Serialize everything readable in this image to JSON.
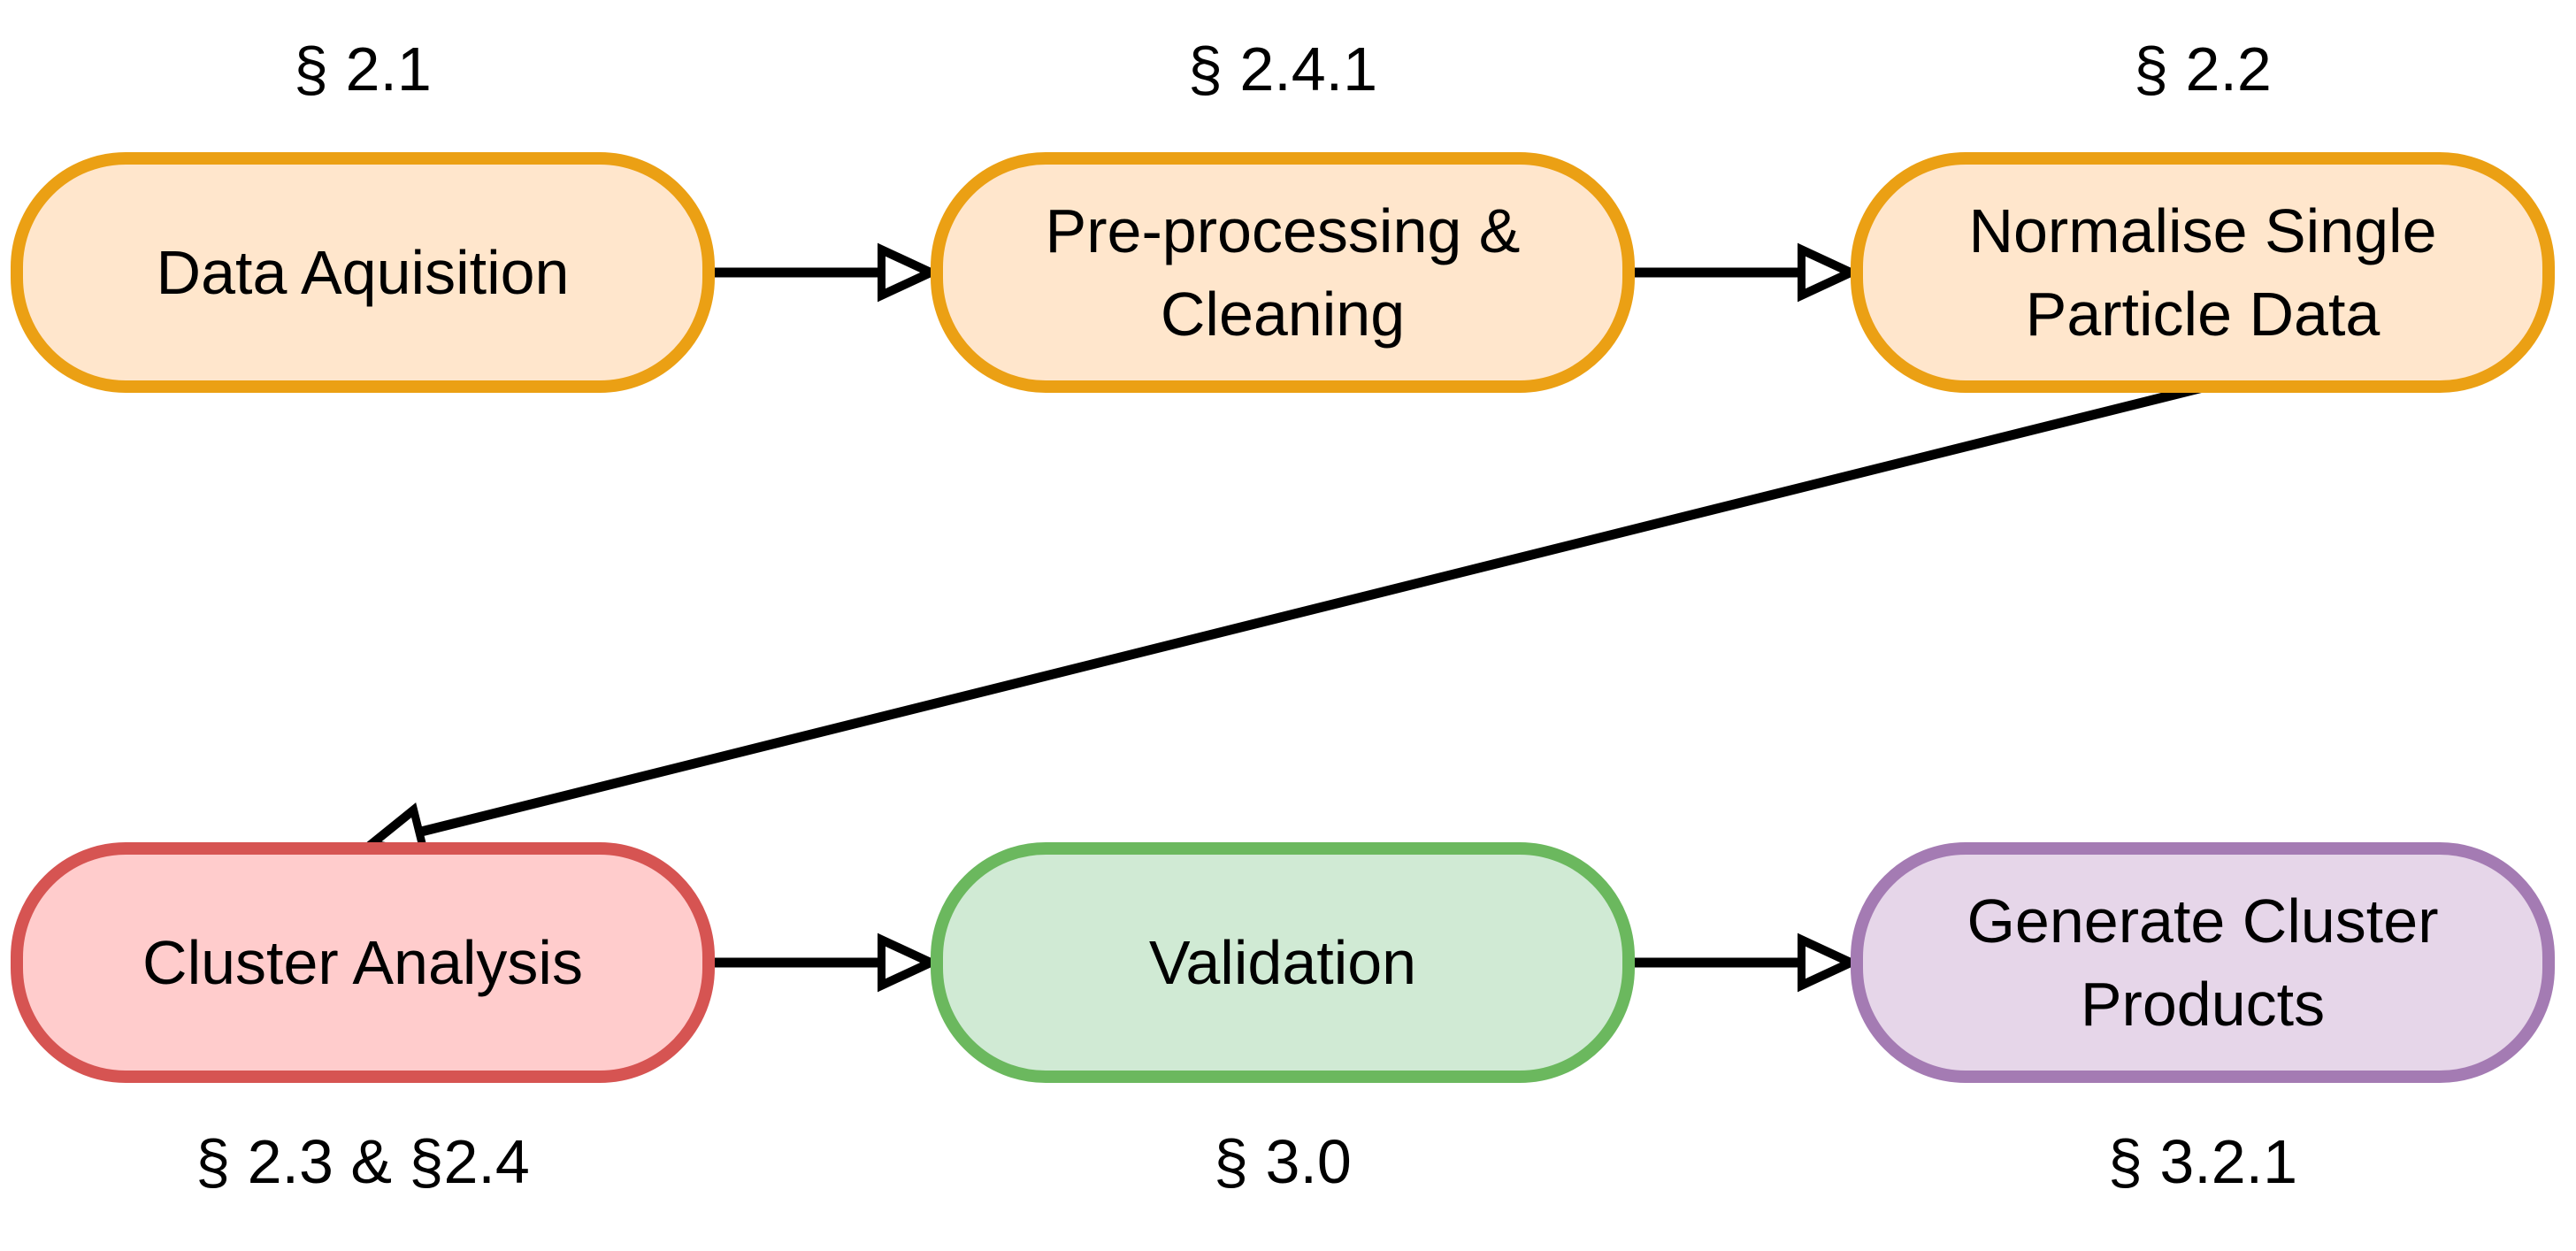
{
  "diagram": {
    "nodes": [
      {
        "id": "n1",
        "label": "Data Aquisition",
        "section": "§ 2.1",
        "fill": "#ffe6cc",
        "stroke": "#eba014"
      },
      {
        "id": "n2",
        "label": "Pre-processing &\nCleaning",
        "section": "§ 2.4.1",
        "fill": "#ffe6cc",
        "stroke": "#eba014"
      },
      {
        "id": "n3",
        "label": "Normalise Single\nParticle Data",
        "section": "§ 2.2",
        "fill": "#ffe6cc",
        "stroke": "#eba014"
      },
      {
        "id": "n4",
        "label": "Cluster Analysis",
        "section": "§ 2.3 & §2.4",
        "fill": "#ffcccc",
        "stroke": "#d65452"
      },
      {
        "id": "n5",
        "label": "Validation",
        "section": "§ 3.0",
        "fill": "#d0ead4",
        "stroke": "#6bb85e"
      },
      {
        "id": "n6",
        "label": "Generate Cluster\nProducts",
        "section": "§ 3.2.1",
        "fill": "#e6d6e9",
        "stroke": "#a47bb3"
      }
    ],
    "edges": [
      {
        "from": "n1",
        "to": "n2"
      },
      {
        "from": "n2",
        "to": "n3"
      },
      {
        "from": "n3",
        "to": "n4"
      },
      {
        "from": "n4",
        "to": "n5"
      },
      {
        "from": "n5",
        "to": "n6"
      }
    ],
    "arrow_color": "#000000"
  }
}
